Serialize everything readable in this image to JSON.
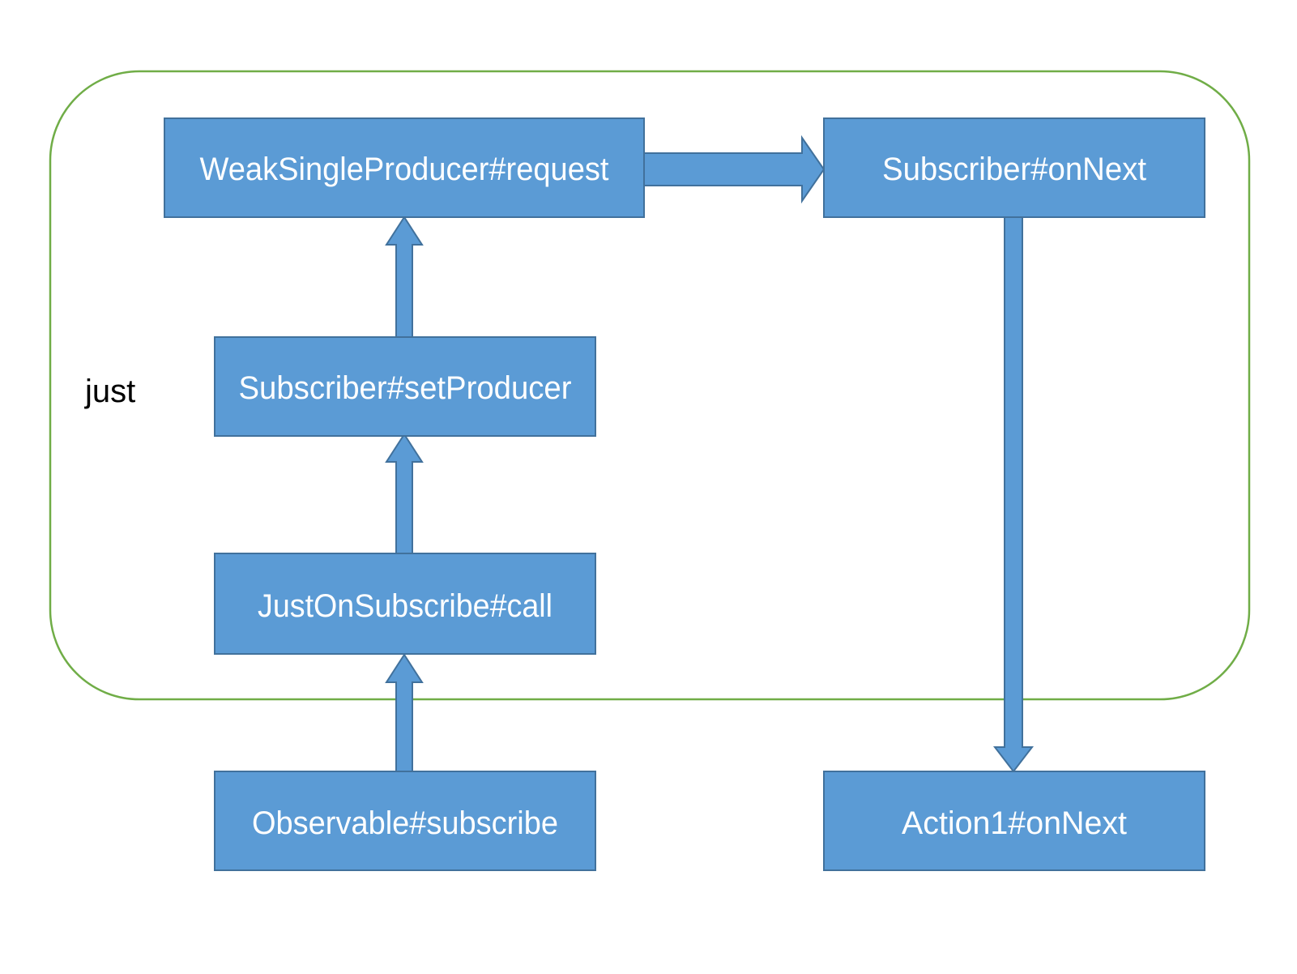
{
  "group": {
    "label": "just",
    "stroke_color": "#70ad47"
  },
  "colors": {
    "box_fill": "#5b9bd5",
    "box_stroke": "#41719c",
    "label_text": "#ffffff"
  },
  "nodes": {
    "weak_single_producer_request": "WeakSingleProducer#request",
    "subscriber_set_producer": "Subscriber#setProducer",
    "just_on_subscribe_call": "JustOnSubscribe#call",
    "observable_subscribe": "Observable#subscribe",
    "subscriber_on_next": "Subscriber#onNext",
    "action1_on_next": "Action1#onNext"
  },
  "edges": [
    {
      "from": "observable_subscribe",
      "to": "just_on_subscribe_call"
    },
    {
      "from": "just_on_subscribe_call",
      "to": "subscriber_set_producer"
    },
    {
      "from": "subscriber_set_producer",
      "to": "weak_single_producer_request"
    },
    {
      "from": "weak_single_producer_request",
      "to": "subscriber_on_next"
    },
    {
      "from": "subscriber_on_next",
      "to": "action1_on_next"
    }
  ]
}
